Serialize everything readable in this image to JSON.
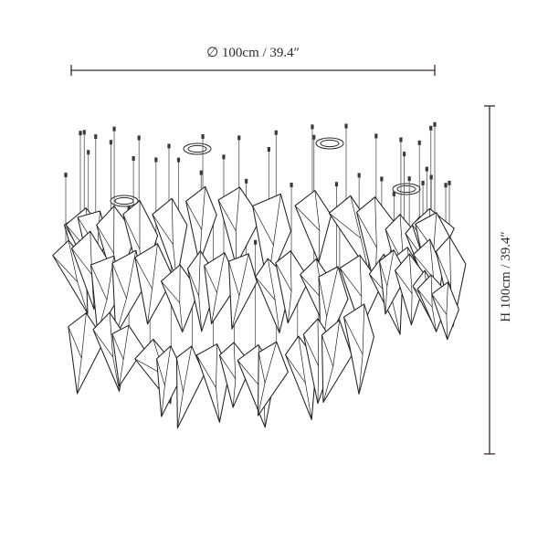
{
  "drawing": {
    "diameter_label": "∅ 100cm / 39.4″",
    "height_label": "H 100cm / 39.4″"
  },
  "chandelier": {
    "canopy_count": 4,
    "style": "line-art"
  },
  "colors": {
    "line": "#222222",
    "dimension_line": "#3a2a2a",
    "background": "#ffffff"
  }
}
